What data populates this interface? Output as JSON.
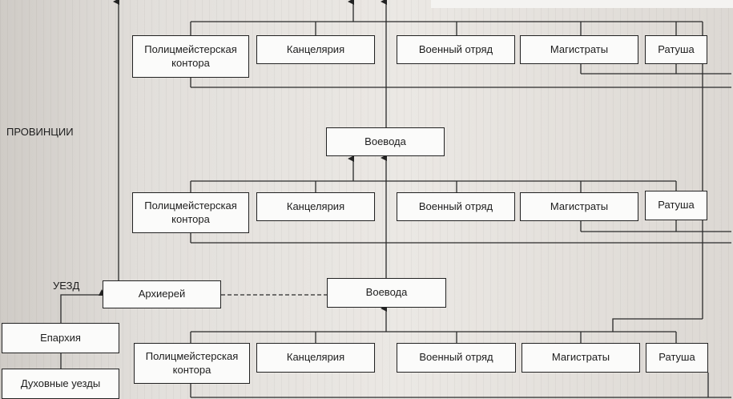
{
  "labels": {
    "provinces": "ПРОВИНЦИИ",
    "uezd": "УЕЗД"
  },
  "tiers": [
    {
      "institutions": {
        "police_office": "Полицмейстерская\nконтора",
        "chancellery": "Канцелярия",
        "military_unit": "Военный отряд",
        "magistrates": "Магистраты",
        "town_hall": "Ратуша"
      }
    },
    {
      "voivode": "Воевода",
      "institutions": {
        "police_office": "Полицмейстерская\nконтора",
        "chancellery": "Канцелярия",
        "military_unit": "Военный отряд",
        "magistrates": "Магистраты",
        "town_hall": "Ратуша"
      }
    },
    {
      "voivode": "Воевода",
      "institutions": {
        "police_office": "Полицмейстерская\nконтора",
        "chancellery": "Канцелярия",
        "military_unit": "Военный отряд",
        "magistrates": "Магистраты",
        "town_hall": "Ратуша"
      }
    }
  ],
  "church": {
    "archbishop": "Архиерей",
    "eparchy": "Епархия",
    "spiritual_uezds": "Духовные уезды"
  }
}
